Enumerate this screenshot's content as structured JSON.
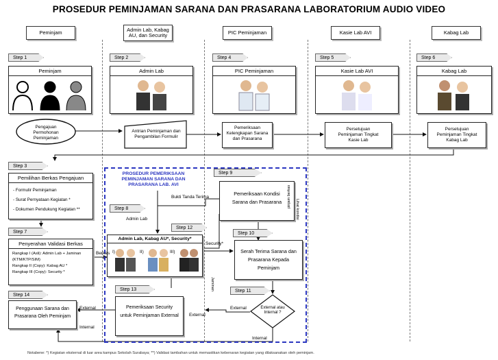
{
  "title": "PROSEDUR PEMINJAMAN SARANA DAN PRASARANA LABORATORIUM AUDIO VIDEO",
  "lanes": [
    "Peminjam",
    "Admin Lab, Kabag AU, dan Security",
    "PIC Peminjaman",
    "Kasie Lab AVI",
    "Kabag Lab"
  ],
  "steps": {
    "s1": "Step 1",
    "s2": "Step 2",
    "s3": "Step 3",
    "s4": "Step 4",
    "s5": "Step 5",
    "s6": "Step 6",
    "s7": "Step 7",
    "s8": "Step 8",
    "s9": "Step 9",
    "s10": "Step 10",
    "s11": "Step 11",
    "s12": "Step 12",
    "s13": "Step 13",
    "s14": "Step 14"
  },
  "roles": {
    "peminjam": "Peminjam",
    "admin_lab": "Admin Lab",
    "pic": "PIC Peminjaman",
    "kasie": "Kasie Lab AVI",
    "kabag": "Kabag Lab"
  },
  "nodes": {
    "pengajuan": "Pengajuan Permohonan Peminjaman",
    "antrian": "Antrian Peminjaman dan Pengambilan Formulir",
    "pemeriksaan_pic": "Pemeriksaan Kelengkapan Sarana dan Prasarana",
    "persetujuan_kasie": "Persetujuan Peminjaman Tingkat Kasie Lab",
    "persetujuan_kabag": "Persetujuan Peminjaman Tingkat Kabag Lab",
    "berkas_head": "Pemilihan Berkas Pengajuan",
    "berkas_items": [
      "- Formulir Peminjaman",
      "- Surat Pernyataan Kegiatan *",
      "- Dokumen Pendukung Kegiatan **"
    ],
    "validasi_head": "Penyerahan Validasi Berkas",
    "validasi_items": [
      "Rangkap I (Asli): Admin Lab + Jaminan (KTM/KTP/SIM)",
      "Rangkap II (Copy): Kabag AU *",
      "Rangkap III (Copy): Security *"
    ],
    "inner_title": "PROSEDUR PEMERIKSAAN PEMINJAMAN SARANA DAN PRASARANA LAB. AVI",
    "admin_group": "Admin Lab, Kabag AU*, Security*",
    "group_labels": [
      "I)",
      "II)",
      "III)"
    ],
    "pemeriksaan_kondisi": "Pemeriksaan Kondisi Sarana dan Prasarana",
    "serah_terima": "Serah Terima Sarana dan Prasarana Kepada Peminjam",
    "decision": "External atau Internal ?",
    "pemeriksaan_security": "Pemeriksaan Security untuk Peminjaman External",
    "penggunaan": "Penggunaan Sarana dan Prasarana Oleh Peminjam"
  },
  "edge_labels": {
    "bukti": "Bukti Tanda Terima",
    "admin_lab": "Admin Lab",
    "security": "Security*",
    "berkas": "Berkas",
    "external": "External",
    "internal": "Internal",
    "lihat_kondisi": "Lihat kondisi",
    "jaminan": "Jaminan",
    "pinjam_berkas": "pinjam berkas"
  },
  "note": "Notabene: *) Kegiatan eksternal di luar area kampus Sekolah Surabaya; **) Validasi tambahan untuk memastikan kebenaran kegiatan yang dilaksanakan oleh peminjam."
}
